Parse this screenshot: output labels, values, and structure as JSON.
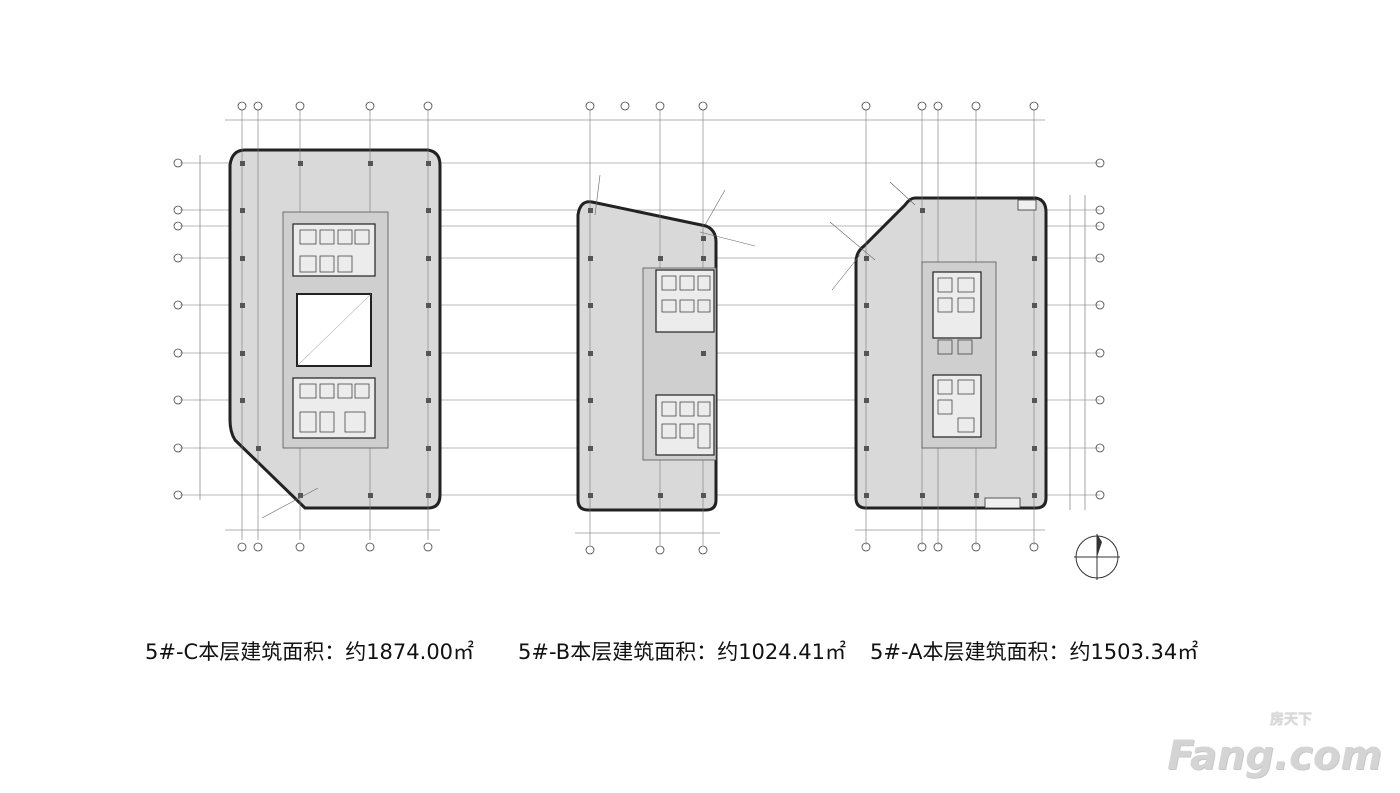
{
  "captions": {
    "c": "5#-C本层建筑面积：约1874.00㎡",
    "b": "5#-B本层建筑面积：约1024.41㎡",
    "a": "5#-A本层建筑面积：约1503.34㎡"
  },
  "watermark": {
    "cn": "房天下",
    "en": "Fang.com"
  },
  "colors": {
    "floor_fill": "#d9d9d9",
    "core_fill": "#c4c4c4",
    "line": "#333333"
  },
  "icons": [
    "compass-icon"
  ]
}
